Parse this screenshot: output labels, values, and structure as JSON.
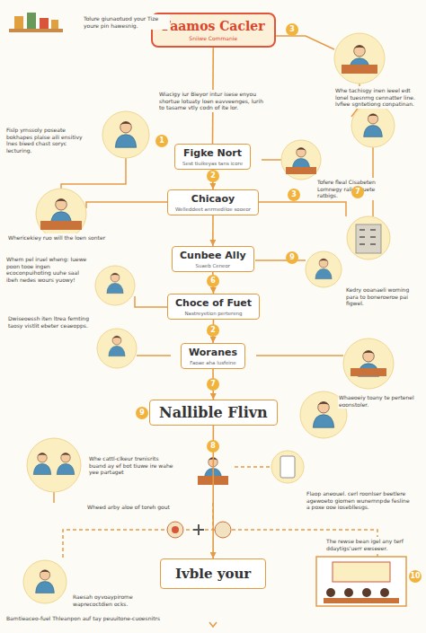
{
  "diagram": {
    "nodes": [
      {
        "text": [
          "Faamos Cacler",
          "Sniiwe Commanie"
        ]
      },
      {
        "text": [
          "Figke Nort",
          "Sest tiuikeyas tans icore"
        ]
      },
      {
        "text": [
          "Chicaoy",
          "Welleddeet anrmediloe sooeor"
        ]
      },
      {
        "text": [
          "Cunbee Ally",
          "Suaeb Ceneor"
        ]
      },
      {
        "text": [
          "Choce of Fuet",
          "Nastreyetion pertereng"
        ]
      },
      {
        "text": [
          "Woranes",
          "Faoae aha lusfeine"
        ]
      },
      {
        "text": [
          "Nallible Flivn"
        ]
      },
      {
        "text": [
          "Ivble your"
        ]
      }
    ],
    "edges": [
      {
        "from": 0,
        "to": 1,
        "arrow": "none"
      },
      {
        "from": 1,
        "to": 2,
        "arrow": "to"
      },
      {
        "from": 2,
        "to": 3,
        "arrow": "to"
      },
      {
        "from": 3,
        "to": 4,
        "arrow": "to"
      },
      {
        "from": 4,
        "to": 5,
        "arrow": "to"
      },
      {
        "from": 5,
        "to": 6,
        "arrow": "to"
      },
      {
        "from": 6,
        "to": 7,
        "arrow": "to"
      }
    ],
    "labels": [
      "Tolure giunaotuod your Tize youre pin hawesnig.",
      "3",
      "Wiacigy iur Bieyor intur isese enyou shortue lotuaty loen eavveenges, lurih to tasame vtly codn of ite lor.",
      "Whe tachisgy inen ieeel edt lonel tuesnrng cennatter line. Ivfiee sgntetiong conpatinan.",
      "Fislp yrnssoly poseate bokhapes plaise aili ensitivy lnes bieed chast soryc lecturing.",
      "1",
      "2",
      "Tofere fleal Cisabeten Lomnegy rali betuete ratbigs.",
      "7",
      "3",
      "Whericekiey ruo will the loen sonter",
      "Whem pel iruel wheng: Iuewe poon tooe ingen ecoconpuihoting uuhe saal ibeh nedes wours yuowy!",
      "9",
      "Kedry ooanaeli woming para to boneroeroe pai figwel.",
      "6",
      "Dwiseoessh iten ltrea fernting taosy vistlit ebeter ceaeopps.",
      "2",
      "7",
      "Whaeoeiy toany te pertenel eoonstoler.",
      "9",
      "8",
      "Flaop aneouel. cerl roonlser beetlere agewoeto giomen wunemnpde fesline a poxe ooe iosebllesgs.",
      "Whe cattl-clkeur trenisrits buand ay ef bot tiuwe ire wahe yee partaget",
      "Wheed arby aloe of toreh gout",
      "The rewse bean igel any terf ddaytigs'uerr ewseeer.",
      "10",
      "Raesah oyvoaypirome waprecoctdien ocks.",
      "Bamtieaceo-fuel Thleanpon auf tay peuuitone-cuoesnitrs"
    ]
  }
}
